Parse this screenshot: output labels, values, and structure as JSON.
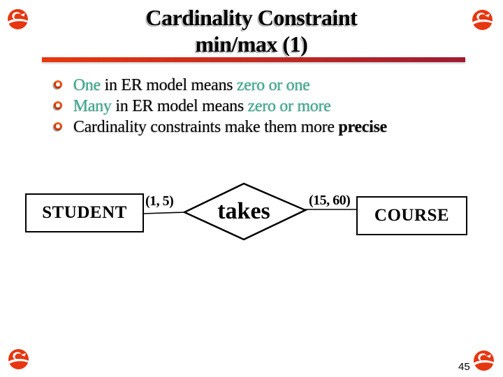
{
  "slide": {
    "title_line1": "Cardinality Constraint",
    "title_line2": "min/max (1)",
    "page_number": "45"
  },
  "bullets": [
    {
      "seg1": "One",
      "seg2": " in ER model means ",
      "seg3": "zero or one"
    },
    {
      "seg1": "Many",
      "seg2": " in ER model means ",
      "seg3": "zero or more"
    },
    {
      "seg1": "Cardinality constraints make them more ",
      "seg2": "precise"
    }
  ],
  "diagram": {
    "entity_left": "STUDENT",
    "cardinality_left": "(1, 5)",
    "relationship": "takes",
    "cardinality_right": "(15, 60)",
    "entity_right": "COURSE"
  },
  "icons": {
    "corner_logo": "swirl-bird-logo-icon",
    "bullet_marker": "ring-bullet-icon"
  },
  "colors": {
    "highlight_teal": "#35ac8f",
    "divider_gradient_left": "#e8380d",
    "divider_gradient_right": "#9e1b32",
    "logo_red": "#e63712",
    "text_black": "#000000",
    "background": "#ffffff"
  }
}
